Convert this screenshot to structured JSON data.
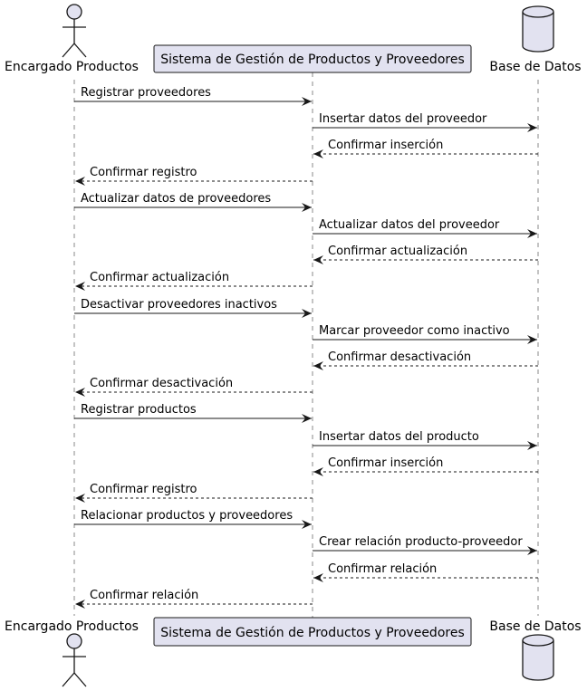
{
  "participants": [
    {
      "id": "encargado",
      "type": "actor",
      "name": "Encargado Productos"
    },
    {
      "id": "sistema",
      "type": "participant",
      "name": "Sistema de Gestión de Productos y Proveedores"
    },
    {
      "id": "bd",
      "type": "database",
      "name": "Base de Datos"
    }
  ],
  "messages": [
    {
      "from": "encargado",
      "to": "sistema",
      "style": "solid",
      "label": "Registrar proveedores"
    },
    {
      "from": "sistema",
      "to": "bd",
      "style": "solid",
      "label": "Insertar datos del proveedor"
    },
    {
      "from": "bd",
      "to": "sistema",
      "style": "dashed",
      "label": "Confirmar inserción"
    },
    {
      "from": "sistema",
      "to": "encargado",
      "style": "dashed",
      "label": "Confirmar registro"
    },
    {
      "from": "encargado",
      "to": "sistema",
      "style": "solid",
      "label": "Actualizar datos de proveedores"
    },
    {
      "from": "sistema",
      "to": "bd",
      "style": "solid",
      "label": "Actualizar datos del proveedor"
    },
    {
      "from": "bd",
      "to": "sistema",
      "style": "dashed",
      "label": "Confirmar actualización"
    },
    {
      "from": "sistema",
      "to": "encargado",
      "style": "dashed",
      "label": "Confirmar actualización"
    },
    {
      "from": "encargado",
      "to": "sistema",
      "style": "solid",
      "label": "Desactivar proveedores inactivos"
    },
    {
      "from": "sistema",
      "to": "bd",
      "style": "solid",
      "label": "Marcar proveedor como inactivo"
    },
    {
      "from": "bd",
      "to": "sistema",
      "style": "dashed",
      "label": "Confirmar desactivación"
    },
    {
      "from": "sistema",
      "to": "encargado",
      "style": "dashed",
      "label": "Confirmar desactivación"
    },
    {
      "from": "encargado",
      "to": "sistema",
      "style": "solid",
      "label": "Registrar productos"
    },
    {
      "from": "sistema",
      "to": "bd",
      "style": "solid",
      "label": "Insertar datos del producto"
    },
    {
      "from": "bd",
      "to": "sistema",
      "style": "dashed",
      "label": "Confirmar inserción"
    },
    {
      "from": "sistema",
      "to": "encargado",
      "style": "dashed",
      "label": "Confirmar registro"
    },
    {
      "from": "encargado",
      "to": "sistema",
      "style": "solid",
      "label": "Relacionar productos y proveedores"
    },
    {
      "from": "sistema",
      "to": "bd",
      "style": "solid",
      "label": "Crear relación producto-proveedor"
    },
    {
      "from": "bd",
      "to": "sistema",
      "style": "dashed",
      "label": "Confirmar relación"
    },
    {
      "from": "sistema",
      "to": "encargado",
      "style": "dashed",
      "label": "Confirmar relación"
    }
  ],
  "colors": {
    "participant_fill": "#E2E2F0",
    "participant_border": "#181818",
    "line": "#181818",
    "lifeline": "#888888"
  }
}
